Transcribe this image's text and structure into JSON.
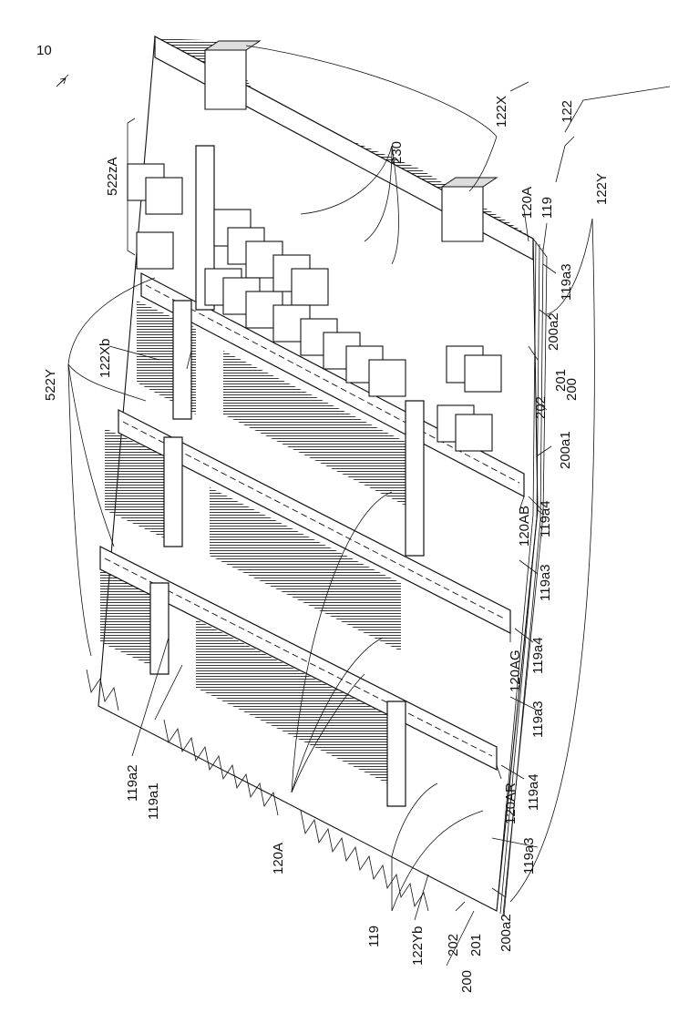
{
  "figure": {
    "labels": [
      {
        "id": "lbl-10",
        "text": "10",
        "rotate": 0
      },
      {
        "id": "lbl-522zA",
        "text": "522zA",
        "rotate": -90
      },
      {
        "id": "lbl-230",
        "text": "230",
        "rotate": -90
      },
      {
        "id": "lbl-122X",
        "text": "122X",
        "rotate": -90
      },
      {
        "id": "lbl-122",
        "text": "122",
        "rotate": -90
      },
      {
        "id": "lbl-122Y",
        "text": "122Y",
        "rotate": -90
      },
      {
        "id": "lbl-120A-top",
        "text": "120A",
        "rotate": -90
      },
      {
        "id": "lbl-119-top",
        "text": "119",
        "rotate": -90
      },
      {
        "id": "lbl-119a3-top",
        "text": "119a3",
        "rotate": -90
      },
      {
        "id": "lbl-200a2-top",
        "text": "200a2",
        "rotate": -90
      },
      {
        "id": "lbl-201-top",
        "text": "201",
        "rotate": -90
      },
      {
        "id": "lbl-202-top",
        "text": "202",
        "rotate": -90
      },
      {
        "id": "lbl-200-top",
        "text": "200",
        "rotate": -90
      },
      {
        "id": "lbl-200a1",
        "text": "200a1",
        "rotate": -90
      },
      {
        "id": "lbl-120AB",
        "text": "120AB",
        "rotate": -90
      },
      {
        "id": "lbl-119a4-1",
        "text": "119a4",
        "rotate": -90
      },
      {
        "id": "lbl-119a3-1",
        "text": "119a3",
        "rotate": -90
      },
      {
        "id": "lbl-120AG",
        "text": "120AG",
        "rotate": -90
      },
      {
        "id": "lbl-119a4-2",
        "text": "119a4",
        "rotate": -90
      },
      {
        "id": "lbl-119a3-2",
        "text": "119a3",
        "rotate": -90
      },
      {
        "id": "lbl-120AR",
        "text": "120AR",
        "rotate": -90
      },
      {
        "id": "lbl-119a4-3",
        "text": "119a4",
        "rotate": -90
      },
      {
        "id": "lbl-119a3-3",
        "text": "119a3",
        "rotate": -90
      },
      {
        "id": "lbl-200a2-bot",
        "text": "200a2",
        "rotate": -90
      },
      {
        "id": "lbl-201-bot",
        "text": "201",
        "rotate": -90
      },
      {
        "id": "lbl-202-bot",
        "text": "202",
        "rotate": -90
      },
      {
        "id": "lbl-200-bot",
        "text": "200",
        "rotate": -90
      },
      {
        "id": "lbl-122Yb",
        "text": "122Yb",
        "rotate": -90
      },
      {
        "id": "lbl-119-bot",
        "text": "119",
        "rotate": -90
      },
      {
        "id": "lbl-120A-bot",
        "text": "120A",
        "rotate": -90
      },
      {
        "id": "lbl-119a1",
        "text": "119a1",
        "rotate": -90
      },
      {
        "id": "lbl-119a2",
        "text": "119a2",
        "rotate": -90
      },
      {
        "id": "lbl-122Xb",
        "text": "122Xb",
        "rotate": -90
      },
      {
        "id": "lbl-522Y",
        "text": "522Y",
        "rotate": -90
      }
    ]
  }
}
